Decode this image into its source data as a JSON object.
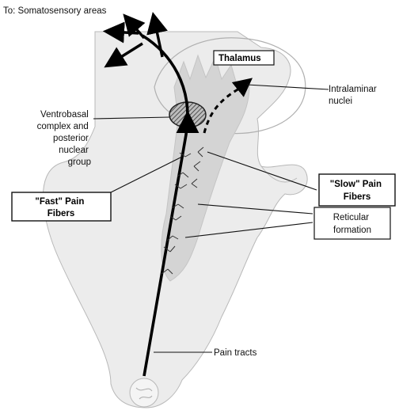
{
  "labels": {
    "destination": "To: Somatosensory areas",
    "thalamus": "Thalamus",
    "intralaminar": [
      "Intralaminar",
      "nuclei"
    ],
    "ventrobasal": [
      "Ventrobasal",
      "complex and",
      "posterior",
      "nuclear",
      "group"
    ],
    "fast_fibers": [
      "\"Fast\" Pain",
      "Fibers"
    ],
    "slow_fibers": [
      "\"Slow\" Pain",
      "Fibers"
    ],
    "reticular": [
      "Reticular",
      "formation"
    ],
    "pain_tracts": "Pain tracts"
  },
  "colors": {
    "brainstem_fill": "#ececec",
    "brainstem_outline": "#b8b8b8",
    "thalamus_fill": "#d4d4d4",
    "tract": "#000000"
  }
}
